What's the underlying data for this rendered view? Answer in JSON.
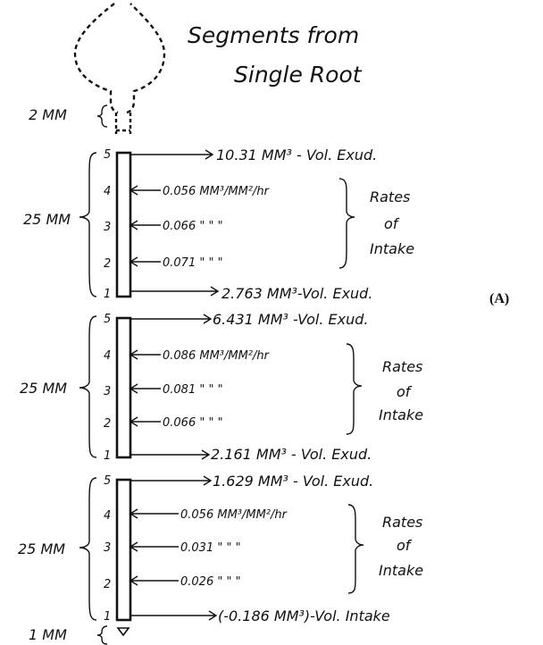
{
  "title": {
    "line1": "Segments from",
    "line2": "Single Root"
  },
  "panel_label": "(A)",
  "tip": {
    "top_length": "2 MM",
    "bottom_length": "1 MM"
  },
  "segments": [
    {
      "length": "25 MM",
      "points": [
        "5",
        "4",
        "3",
        "2",
        "1"
      ],
      "exudation_top": "10.31 MM³ - Vol. Exud.",
      "rates": [
        "0.056 MM³/MM²/hr",
        "0.066  \"      \"      \"",
        "0.071  \"      \"      \""
      ],
      "rates_label": [
        "Rates",
        "of",
        "Intake"
      ],
      "exudation_bottom": "2.763 MM³-Vol. Exud."
    },
    {
      "length": "25 MM",
      "points": [
        "5",
        "4",
        "3",
        "2",
        "1"
      ],
      "exudation_top": "6.431 MM³ -Vol. Exud.",
      "rates": [
        "0.086 MM³/MM²/hr",
        "0.081     \"       \"       \"",
        "0.066  \"       \"       \""
      ],
      "rates_label": [
        "Rates",
        "of",
        "Intake"
      ],
      "exudation_bottom": "2.161 MM³  - Vol. Exud."
    },
    {
      "length": "25 MM",
      "points": [
        "5",
        "4",
        "3",
        "2",
        "1"
      ],
      "exudation_top": "1.629 MM³ - Vol. Exud.",
      "rates": [
        "0.056 MM³/MM²/hr",
        "0.031     \"       \"       \"",
        "0.026  \"       \"       \""
      ],
      "rates_label": [
        "Rates",
        "of",
        "Intake"
      ],
      "exudation_bottom": "(-0.186 MM³)-Vol. Intake"
    }
  ]
}
